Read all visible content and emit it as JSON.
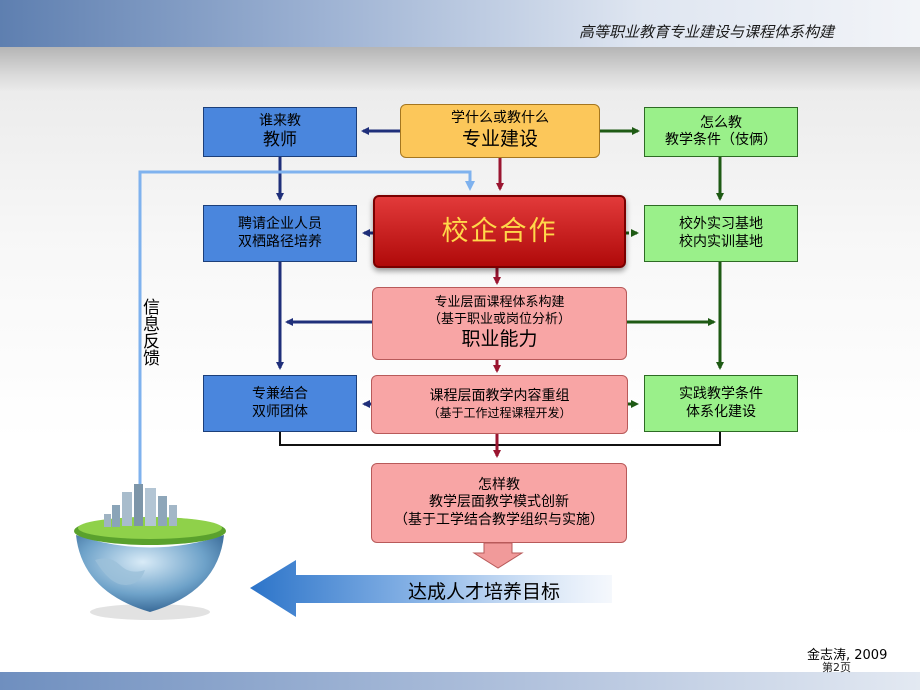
{
  "header": {
    "title": "高等职业教育专业建设与课程体系构建"
  },
  "boxes": {
    "who_teach": {
      "line1": "谁来教",
      "line2": "教师"
    },
    "what_learn": {
      "line1": "学什么或教什么",
      "line2": "专业建设"
    },
    "how_teach": {
      "line1": "怎么教",
      "line2": "教学条件（伎俩）"
    },
    "hire": {
      "line1": "聘请企业人员",
      "line2": "双栖路径培养"
    },
    "cooperation": {
      "line1": "校企合作"
    },
    "bases": {
      "line1": "校外实习基地",
      "line2": "校内实训基地"
    },
    "curriculum": {
      "line1": "专业层面课程体系构建",
      "line2": "（基于职业或岗位分析）",
      "line3": "职业能力"
    },
    "team": {
      "line1": "专兼结合",
      "line2": "双师团体"
    },
    "content": {
      "line1": "课程层面教学内容重组",
      "line2": "（基于工作过程课程开发）"
    },
    "practice": {
      "line1": "实践教学条件",
      "line2": "体系化建设"
    },
    "mode": {
      "line1": "怎样教",
      "line2": "教学层面教学模式创新",
      "line3": "（基于工学结合教学组织与实施）"
    }
  },
  "feedback_label": "信息反馈",
  "goal_label": "达成人才培养目标",
  "footer": {
    "author": "金志涛, 2009",
    "page": "第2页"
  },
  "colors": {
    "blue_box": "#4a86dd",
    "green_box": "#9af08a",
    "pink_box": "#f8a5a5",
    "yellow_box": "#fcc75a",
    "red_box": "#d42020",
    "feedback_line": "#7fb2ee"
  }
}
